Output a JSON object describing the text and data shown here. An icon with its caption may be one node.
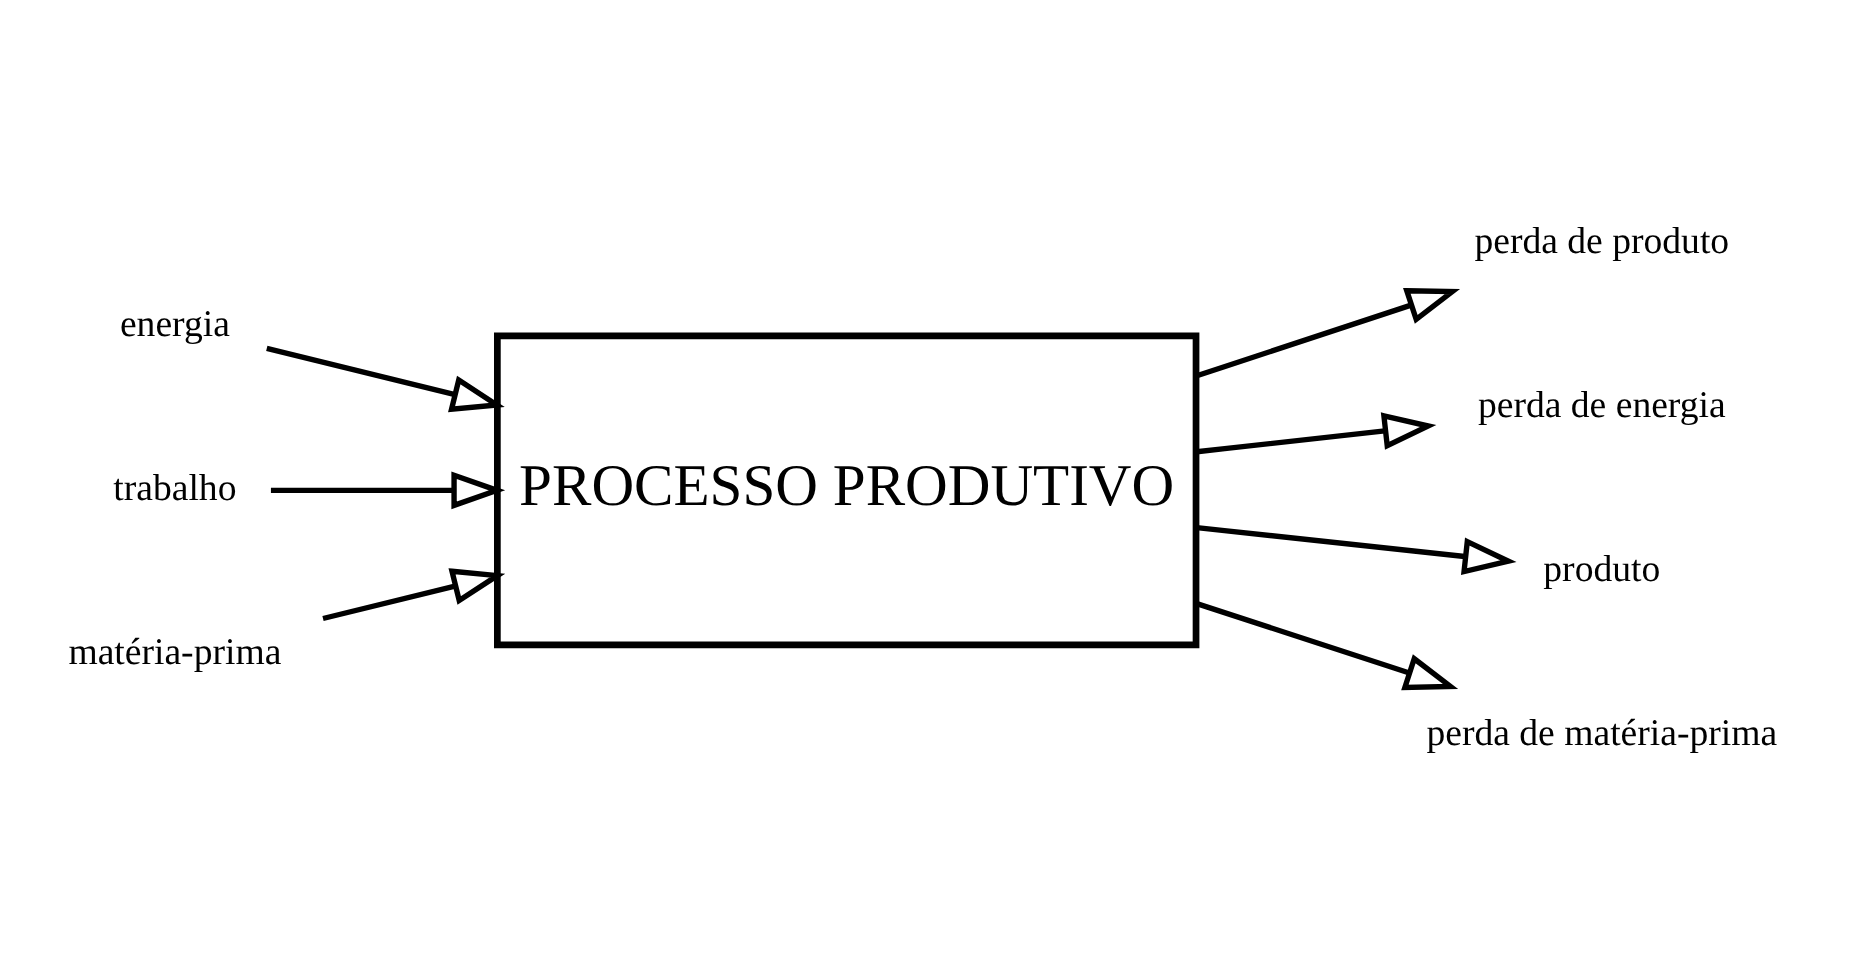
{
  "diagram": {
    "nodes": [
      {
        "text": [
          "PROCESSO PRODUTIVO"
        ]
      },
      {
        "text": [
          "energia"
        ]
      },
      {
        "text": [
          "trabalho"
        ]
      },
      {
        "text": [
          "matéria-prima"
        ]
      },
      {
        "text": [
          "perda de produto"
        ]
      },
      {
        "text": [
          "perda de energia"
        ]
      },
      {
        "text": [
          "produto"
        ]
      },
      {
        "text": [
          "perda de matéria-prima"
        ]
      }
    ],
    "edges": [
      {
        "from": 1,
        "to": 0,
        "arrow": "to"
      },
      {
        "from": 2,
        "to": 0,
        "arrow": "to"
      },
      {
        "from": 3,
        "to": 0,
        "arrow": "to"
      },
      {
        "from": 0,
        "to": 4,
        "arrow": "to"
      },
      {
        "from": 0,
        "to": 5,
        "arrow": "to"
      },
      {
        "from": 0,
        "to": 6,
        "arrow": "to"
      },
      {
        "from": 0,
        "to": 7,
        "arrow": "to"
      }
    ]
  }
}
